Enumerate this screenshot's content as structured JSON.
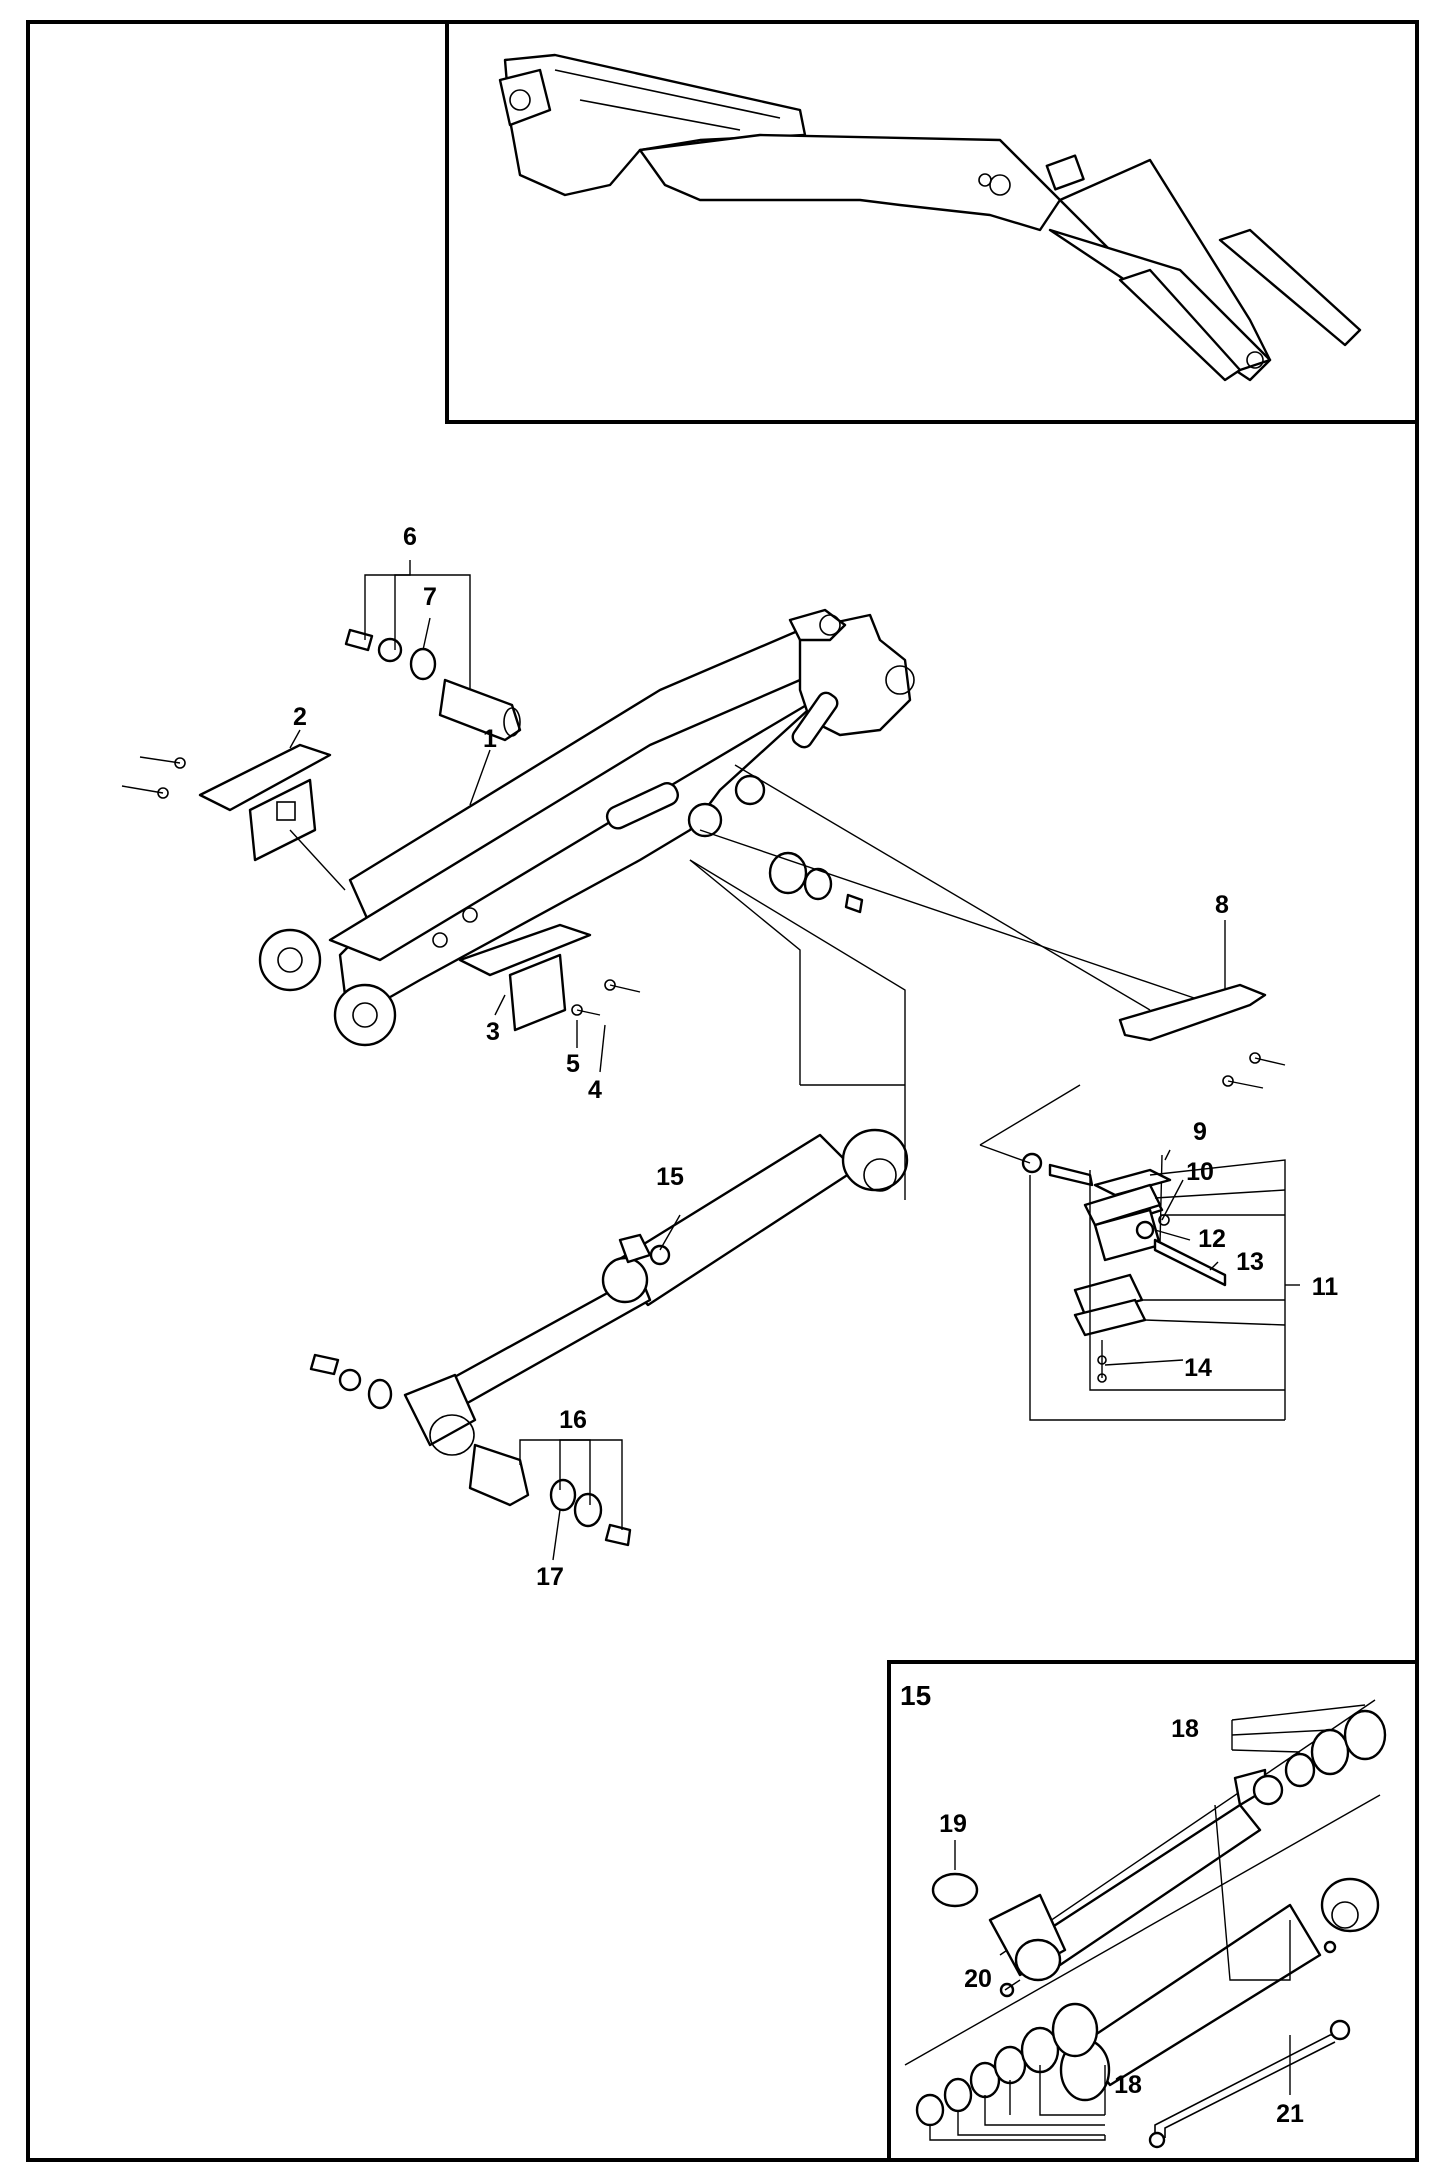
{
  "callouts": {
    "c1": "1",
    "c2": "2",
    "c3": "3",
    "c4": "4",
    "c5": "5",
    "c6": "6",
    "c7": "7",
    "c8": "8",
    "c9": "9",
    "c10": "10",
    "c11": "11",
    "c12": "12",
    "c13": "13",
    "c14": "14",
    "c15": "15",
    "c16": "16",
    "c17": "17"
  },
  "inset": {
    "title": "15",
    "c18a": "18",
    "c18b": "18",
    "c19": "19",
    "c20": "20",
    "c21": "21"
  }
}
